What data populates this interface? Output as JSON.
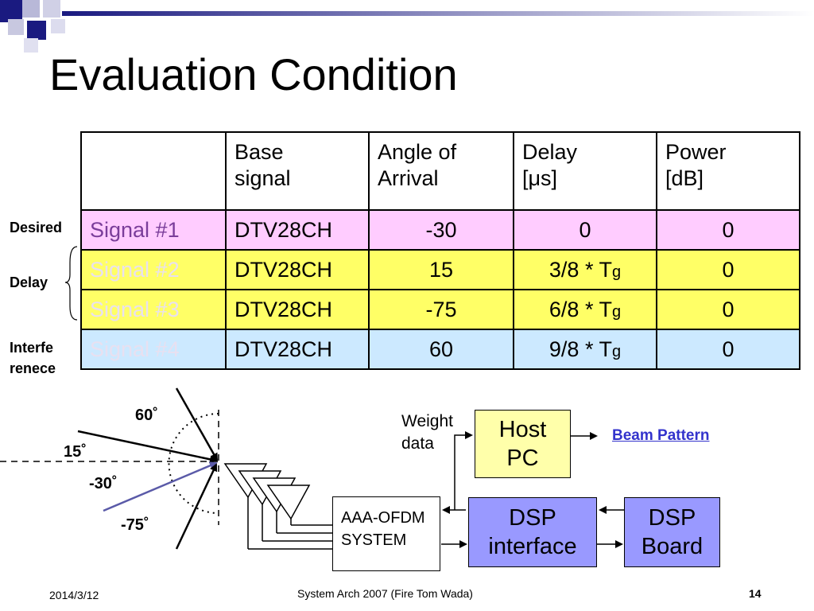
{
  "title": "Evaluation Condition",
  "table": {
    "headers": [
      "",
      "Base\nsignal",
      "Angle of\nArrival",
      "Delay\n[μs]",
      "Power\n[dB]"
    ],
    "rows": [
      {
        "signal": "Signal #1",
        "base": "DTV28CH",
        "angle": "-30",
        "delay": "0",
        "power": "0"
      },
      {
        "signal": "Signal #2",
        "base": "DTV28CH",
        "angle": "15",
        "delay": "3/8 * T",
        "delay_sub": "g",
        "power": "0"
      },
      {
        "signal": "Signal #3",
        "base": "DTV28CH",
        "angle": "-75",
        "delay": "6/8 * T",
        "delay_sub": "g",
        "power": "0"
      },
      {
        "signal": "Signal #4",
        "base": "DTV28CH",
        "angle": "60",
        "delay": "9/8 * T",
        "delay_sub": "g",
        "power": "0"
      }
    ]
  },
  "side_labels": {
    "desired": "Desired",
    "delay": "Delay",
    "interference_1": "Interfe",
    "interference_2": "renece"
  },
  "diagram": {
    "angles": [
      "60˚",
      "15˚",
      "-30˚",
      "-75˚"
    ],
    "weight_data_1": "Weight",
    "weight_data_2": "data",
    "host_pc_1": "Host",
    "host_pc_2": "PC",
    "beam_pattern": "Beam Pattern",
    "aaa_1": "AAA-OFDM",
    "aaa_2": "SYSTEM",
    "dsp_interface_1": "DSP",
    "dsp_interface_2": "interface",
    "dsp_board_1": "DSP",
    "dsp_board_2": "Board"
  },
  "footer": {
    "date": "2014/3/12",
    "center": "System Arch 2007  (Fire Tom Wada)",
    "page": "14"
  },
  "colors": {
    "row1": "#ffccff",
    "row2_3": "#ffff66",
    "row4": "#cce9ff",
    "host_pc": "#ffffaa",
    "dsp": "#9999ff",
    "link": "#3333cc",
    "decor_navy": "#1a1a80"
  }
}
